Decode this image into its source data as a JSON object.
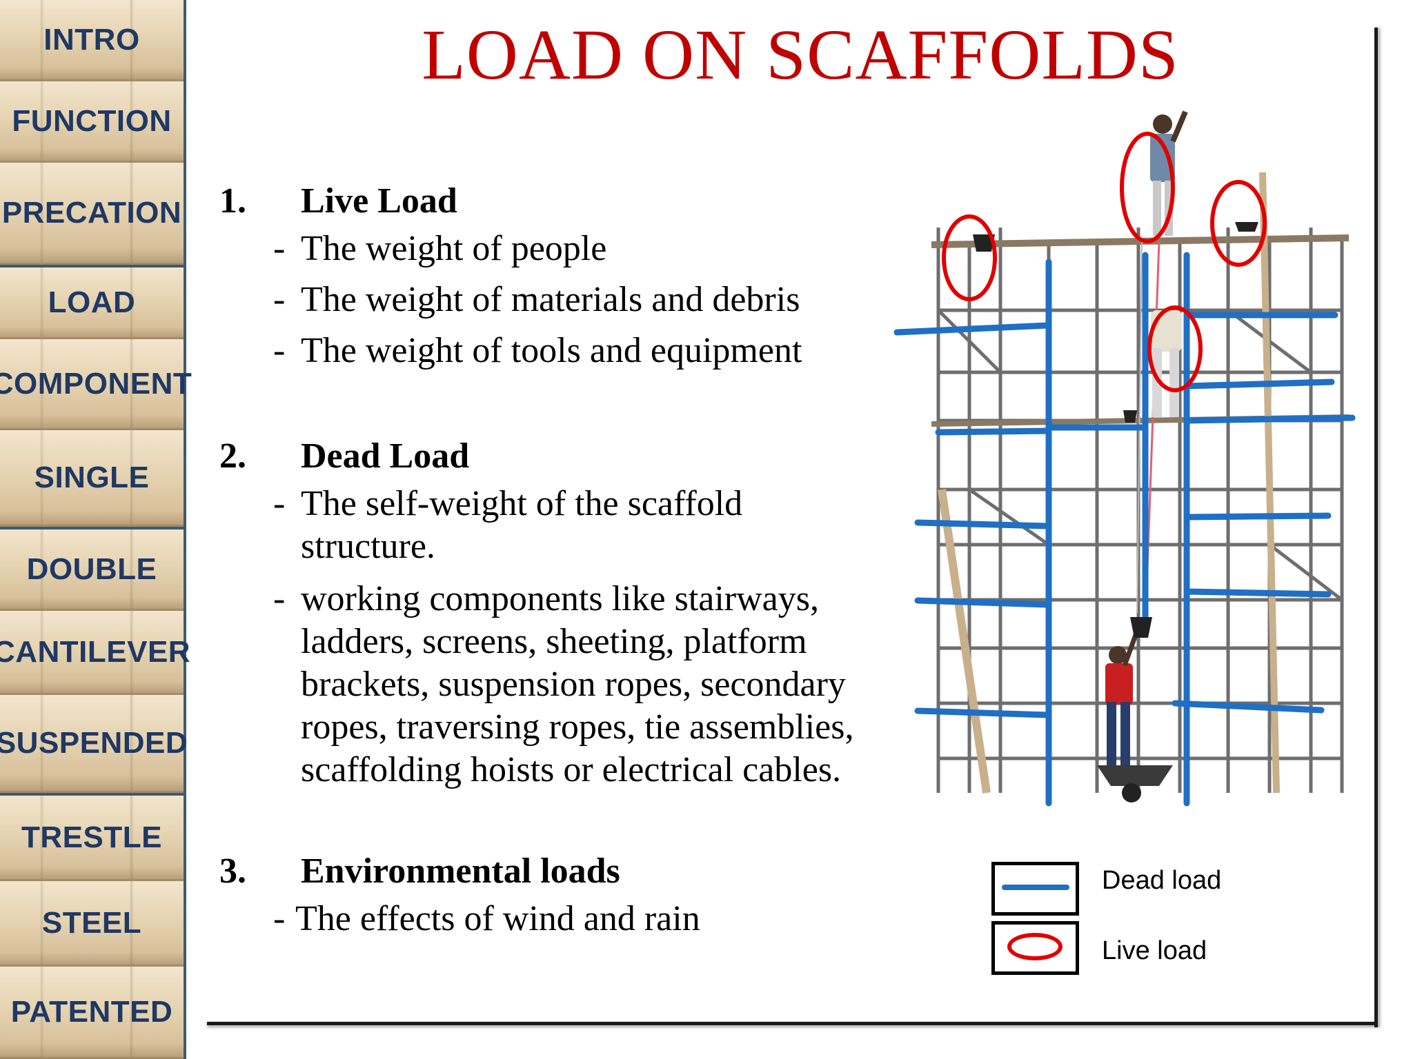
{
  "sidebar": {
    "items": [
      {
        "label": "INTRO"
      },
      {
        "label": "FUNCTION"
      },
      {
        "label": "PRECATION"
      },
      {
        "label": "LOAD"
      },
      {
        "label": "COMPONENT"
      },
      {
        "label": "SINGLE"
      },
      {
        "label": "DOUBLE"
      },
      {
        "label": "CANTILEVER"
      },
      {
        "label": "SUSPENDED"
      },
      {
        "label": "TRESTLE"
      },
      {
        "label": "STEEL"
      },
      {
        "label": "PATENTED"
      }
    ]
  },
  "slide": {
    "title": "LOAD ON SCAFFOLDS",
    "title_color": "#c00000",
    "sections": [
      {
        "number": "1.",
        "heading": "Live Load",
        "items": [
          "The weight of people",
          "The weight of materials and debris",
          "The weight of tools and equipment"
        ]
      },
      {
        "number": "2.",
        "heading": "Dead Load",
        "items": [
          "The self-weight of the scaffold structure.",
          "working components like stairways, ladders, screens, sheeting, platform brackets, suspension ropes, secondary ropes, traversing ropes, tie assemblies, scaffolding hoists or electrical cables."
        ]
      },
      {
        "number": "3.",
        "heading": "Environmental loads",
        "items": [
          "The effects of wind and rain"
        ]
      }
    ],
    "dash": "-",
    "legend": {
      "dead_load": "Dead load",
      "live_load": "Live load",
      "dead_color": "#1f6fc5",
      "live_color": "#e00000"
    },
    "image": {
      "subject": "workers-on-scaffold-photo",
      "icons": [
        "worker-icon",
        "bucket-icon",
        "wheelbarrow-icon"
      ]
    }
  }
}
